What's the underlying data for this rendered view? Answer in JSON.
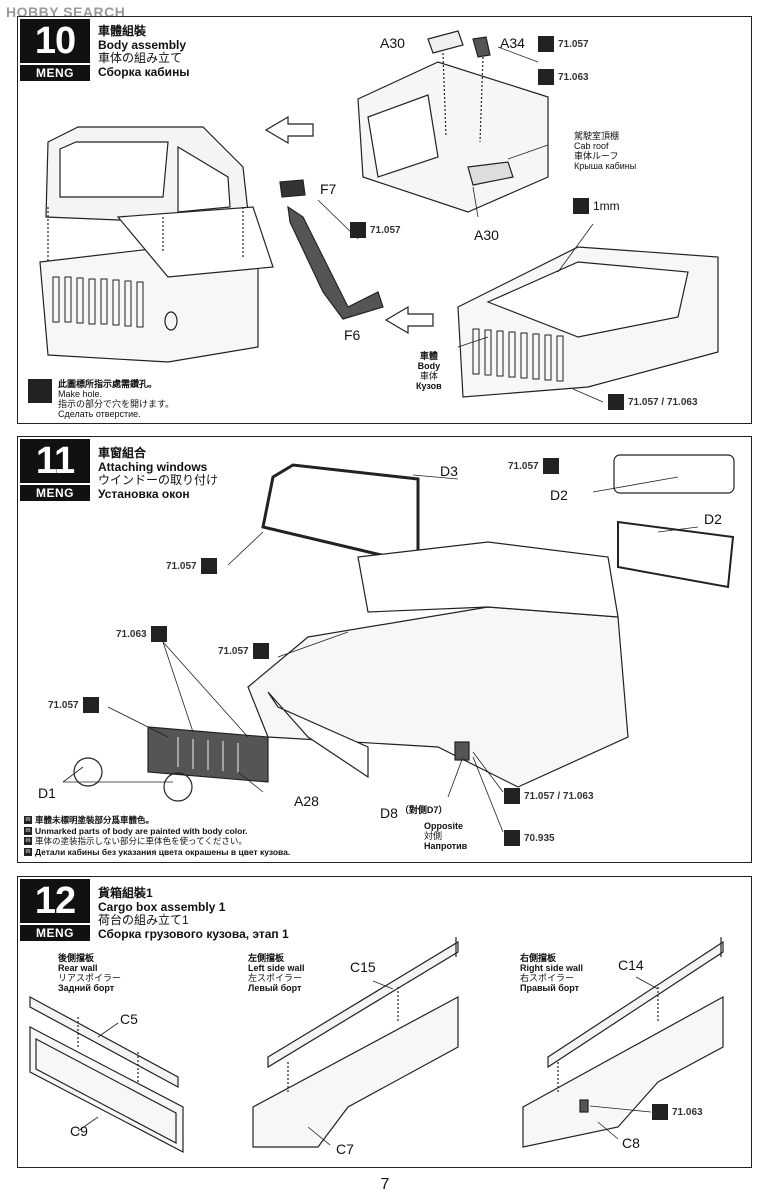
{
  "watermark": "HOBBY SEARCH",
  "brand": "MENG",
  "page_number": "7",
  "steps": [
    {
      "number": "10",
      "title_zh": "車體組裝",
      "title_en": "Body assembly",
      "title_ja": "車体の組み立て",
      "title_ru": "Сборка кабины",
      "parts": {
        "a30_top": "A30",
        "a34": "A34",
        "a30_bottom": "A30",
        "f7": "F7",
        "f6": "F6",
        "thickness": "1mm"
      },
      "paints": {
        "p1": "71.057",
        "p2": "71.063",
        "p3": "71.057",
        "p4": "71.057 / 71.063"
      },
      "cab_roof": {
        "zh": "駕駛室頂棚",
        "en": "Cab roof",
        "ja": "車体ルーフ",
        "ru": "Крыша кабины"
      },
      "body": {
        "zh": "車體",
        "en": "Body",
        "ja": "車体",
        "ru": "Кузов"
      },
      "hole_note": {
        "zh": "此圖標所指示處需鑽孔。",
        "en": "Make hole.",
        "ja": "指示の部分で穴を開けます。",
        "ru": "Сделать отверстие."
      }
    },
    {
      "number": "11",
      "title_zh": "車窗組合",
      "title_en": "Attaching windows",
      "title_ja": "ウインドーの取り付け",
      "title_ru": "Установка окон",
      "parts": {
        "d3": "D3",
        "d2_top": "D2",
        "d2_right": "D2",
        "d1": "D1",
        "a28": "A28",
        "d8": "D8",
        "d8_paren": "（對側D7）"
      },
      "paints": {
        "p_d2": "71.057",
        "p_win": "71.057",
        "p_grille_a": "71.063",
        "p_grille_b": "71.057",
        "p_lamp": "71.057",
        "p_side_a": "71.057 / 71.063",
        "p_side_b": "70.935"
      },
      "opposite": {
        "en": "Opposite",
        "ja": "対側",
        "ru": "Напротив"
      },
      "notes": [
        "車體未標明塗裝部分爲車體色。",
        "Unmarked parts of body are painted with body color.",
        "車体の塗装指示しない部分に車体色を使ってください。",
        "Детали кабины без указания цвета окрашены в цвет кузова."
      ]
    },
    {
      "number": "12",
      "title_zh": "貨箱組裝1",
      "title_en": "Cargo box assembly 1",
      "title_ja": "荷台の組み立て1",
      "title_ru": "Сборка грузового кузова, этап 1",
      "rear_wall": {
        "zh": "後側擋板",
        "en": "Rear wall",
        "ja": "リアスポイラー",
        "ru": "Задний борт",
        "part_top": "C5",
        "part_bottom": "C9"
      },
      "left_wall": {
        "zh": "左側擋板",
        "en": "Left side wall",
        "ja": "左スポイラー",
        "ru": "Левый борт",
        "part_top": "C15",
        "part_bottom": "C7"
      },
      "right_wall": {
        "zh": "右側擋板",
        "en": "Right side wall",
        "ja": "右スポイラー",
        "ru": "Правый борт",
        "part_top": "C14",
        "part_bottom": "C8",
        "paint": "71.063"
      }
    }
  ]
}
